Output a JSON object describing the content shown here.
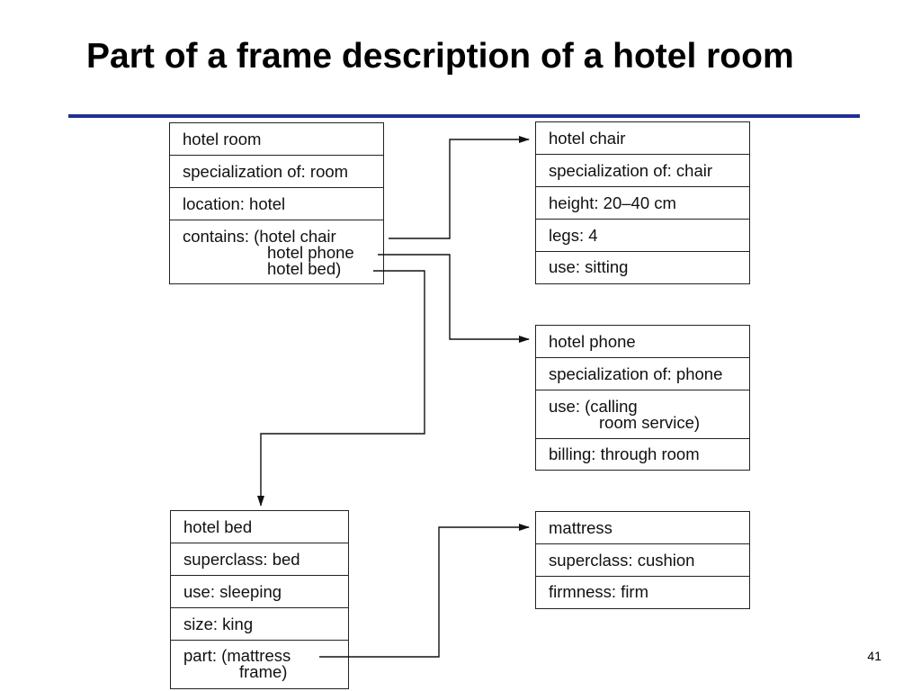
{
  "slide": {
    "title": "Part of a frame description of a hotel room",
    "page_number": "41",
    "accent_color": "#1f2f98"
  },
  "frames": {
    "hotel_room": {
      "name": "hotel room",
      "slots": [
        "specialization of: room",
        "location: hotel"
      ],
      "contains": {
        "label": "contains: (hotel chair",
        "line2": "hotel phone",
        "line3": "hotel bed)"
      }
    },
    "hotel_chair": {
      "name": "hotel chair",
      "slots": [
        "specialization of: chair",
        "height: 20–40 cm",
        "legs: 4",
        "use: sitting"
      ]
    },
    "hotel_phone": {
      "name": "hotel phone",
      "slots": [
        "specialization of: phone"
      ],
      "use": {
        "line1": "use: (calling",
        "line2": "room service)"
      },
      "billing": "billing: through room"
    },
    "hotel_bed": {
      "name": "hotel bed",
      "slots": [
        "superclass: bed",
        "use: sleeping",
        "size: king"
      ],
      "part": {
        "line1": "part: (mattress",
        "line2": "frame)"
      }
    },
    "mattress": {
      "name": "mattress",
      "slots": [
        "superclass: cushion",
        "firmness: firm"
      ]
    }
  }
}
